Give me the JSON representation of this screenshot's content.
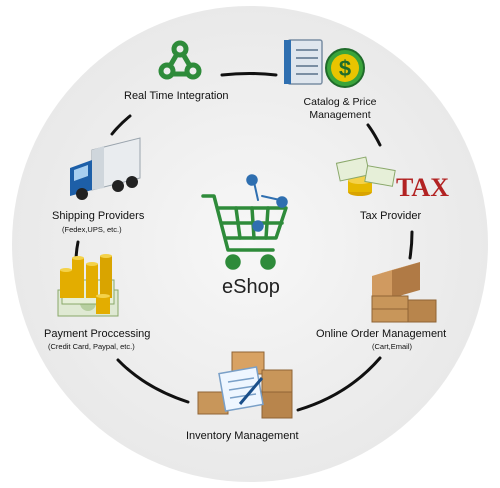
{
  "center": {
    "label": "eShop"
  },
  "nodes": [
    {
      "id": "real-time",
      "label": "Real Time Integration",
      "sub": "",
      "icon": "network-icon"
    },
    {
      "id": "catalog",
      "label": "Catalog & Price\nManagement",
      "sub": "",
      "icon": "catalog-dollar-icon"
    },
    {
      "id": "tax",
      "label": "Tax Provider",
      "sub": "",
      "icon": "tax-icon",
      "icon_text": "TAX"
    },
    {
      "id": "order",
      "label": "Online Order Management",
      "sub": "(Cart,Email)",
      "icon": "boxes-icon"
    },
    {
      "id": "inventory",
      "label": "Inventory Management",
      "sub": "",
      "icon": "inventory-boxes-icon"
    },
    {
      "id": "payment",
      "label": "Payment Proccessing",
      "sub": "(Credit Card, Paypal, etc.)",
      "icon": "coins-icon"
    },
    {
      "id": "shipping",
      "label": "Shipping Providers",
      "sub": "(Fedex,UPS, etc.)",
      "icon": "truck-icon"
    }
  ],
  "colors": {
    "green": "#2e8b3a",
    "dark_green": "#1f6b2a",
    "ring_bg": "#efefef",
    "arc": "#111111",
    "tax_red": "#b22222",
    "gold": "#e0a800",
    "box": "#c8965a"
  }
}
